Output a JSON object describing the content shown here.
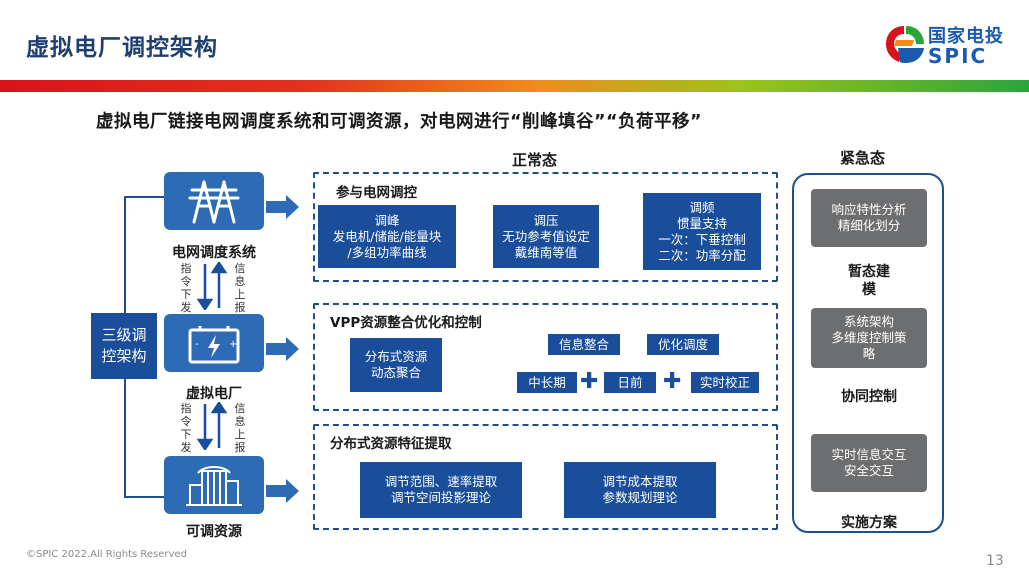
{
  "header": {
    "title": "虚拟电厂调控架构",
    "logo_cn": "国家电投",
    "logo_en": "SPIC"
  },
  "subtitle": "虚拟电厂链接电网调度系统和可调资源，对电网进行“削峰填谷”“负荷平移”",
  "sections": {
    "normal": "正常态",
    "emergency": "紧急态"
  },
  "left": {
    "bracket_label": "三级调控架构",
    "grid_label": "电网调度系统",
    "vpp_label": "虚拟电厂",
    "resource_label": "可调资源",
    "cmd_down_1": "指令下发",
    "info_up_1": "信息上报",
    "cmd_down_2": "指令下发",
    "info_up_2": "信息上报"
  },
  "box1": {
    "label": "参与电网调控",
    "items": [
      "调峰\n发电机/储能/能量块\n/多组功率曲线",
      "调压\n无功参考值设定\n戴维南等值",
      "调频\n惯量支持\n一次：下垂控制\n二次：功率分配"
    ]
  },
  "box2": {
    "label": "VPP资源整合优化和控制",
    "aggregate": "分布式资源\n动态聚合",
    "info": "信息整合",
    "opt": "优化调度",
    "long": "中长期",
    "day": "日前",
    "realtime": "实时校正"
  },
  "box3": {
    "label": "分布式资源特征提取",
    "items": [
      "调节范围、速率提取\n调节空间投影理论",
      "调节成本提取\n参数规划理论"
    ]
  },
  "right": {
    "g1": "响应特性分析\n精细化划分",
    "l1": "暂态建\n模",
    "g2": "系统架构\n多维度控制策\n略",
    "l2": "协同控制",
    "g3": "实时信息交互\n安全交互",
    "l3": "实施方案"
  },
  "footer": {
    "copyright": "©SPIC 2022.All Rights Reserved",
    "page": "13"
  },
  "colors": {
    "primary_blue": "#1a4e9a",
    "gray_box": "#6d6e70",
    "title_blue": "#1f3f6e"
  }
}
